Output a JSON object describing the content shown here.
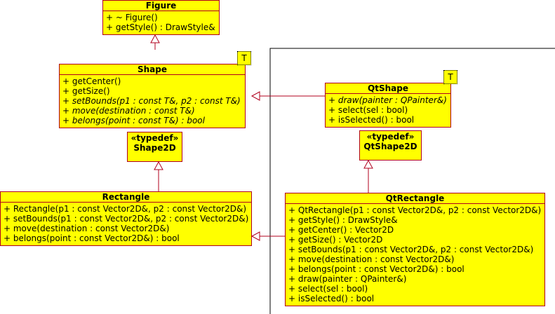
{
  "figure": {
    "name": "Figure",
    "operations": [
      {
        "text": "+ ~ Figure()",
        "italic": false
      },
      {
        "text": "+ getStyle() : DrawStyle&",
        "italic": false
      }
    ]
  },
  "shape": {
    "name": "Shape",
    "template_param": "T",
    "operations": [
      {
        "text": "+ getCenter()",
        "italic": false
      },
      {
        "text": "+ getSize()",
        "italic": false
      },
      {
        "text": "+ setBounds(p1 : const T&, p2 : const T&)",
        "italic": true
      },
      {
        "text": "+ move(destination : const T&)",
        "italic": true
      },
      {
        "text": "+ belongs(point : const T&) : bool",
        "italic": true
      }
    ]
  },
  "shape2d": {
    "stereotype": "«typedef»",
    "name": "Shape2D"
  },
  "qtshape": {
    "name": "QtShape",
    "template_param": "T",
    "operations": [
      {
        "text": "+ draw(painter : QPainter&)",
        "italic": true
      },
      {
        "text": "+ select(sel : bool)",
        "italic": false
      },
      {
        "text": "+ isSelected() : bool",
        "italic": false
      }
    ]
  },
  "qtshape2d": {
    "stereotype": "«typedef»",
    "name": "QtShape2D"
  },
  "rectangle": {
    "name": "Rectangle",
    "operations": [
      {
        "text": "+ Rectangle(p1 : const Vector2D&, p2 : const Vector2D&)",
        "italic": false
      },
      {
        "text": "+ setBounds(p1 : const Vector2D&, p2 : const Vector2D&)",
        "italic": false
      },
      {
        "text": "+ move(destination : const Vector2D&)",
        "italic": false
      },
      {
        "text": "+ belongs(point : const Vector2D&) : bool",
        "italic": false
      }
    ]
  },
  "qtrectangle": {
    "name": "QtRectangle",
    "operations": [
      {
        "text": "+ QtRectangle(p1 : const Vector2D&, p2 : const Vector2D&)",
        "italic": false
      },
      {
        "text": "+ getStyle() : DrawStyle&",
        "italic": false
      },
      {
        "text": "+ getCenter() : Vector2D",
        "italic": false
      },
      {
        "text": "+ getSize() : Vector2D",
        "italic": false
      },
      {
        "text": "+ setBounds(p1 : const Vector2D&, p2 : const Vector2D&)",
        "italic": false
      },
      {
        "text": "+ move(destination : const Vector2D&)",
        "italic": false
      },
      {
        "text": "+ belongs(point : const Vector2D&) : bool",
        "italic": false
      },
      {
        "text": "+ draw(painter : QPainter&)",
        "italic": false
      },
      {
        "text": "+ select(sel : bool)",
        "italic": false
      },
      {
        "text": "+ isSelected() : bool",
        "italic": false
      }
    ]
  },
  "colors": {
    "class_fill": "#ffff00",
    "border": "#b0001e",
    "text": "#000000"
  }
}
